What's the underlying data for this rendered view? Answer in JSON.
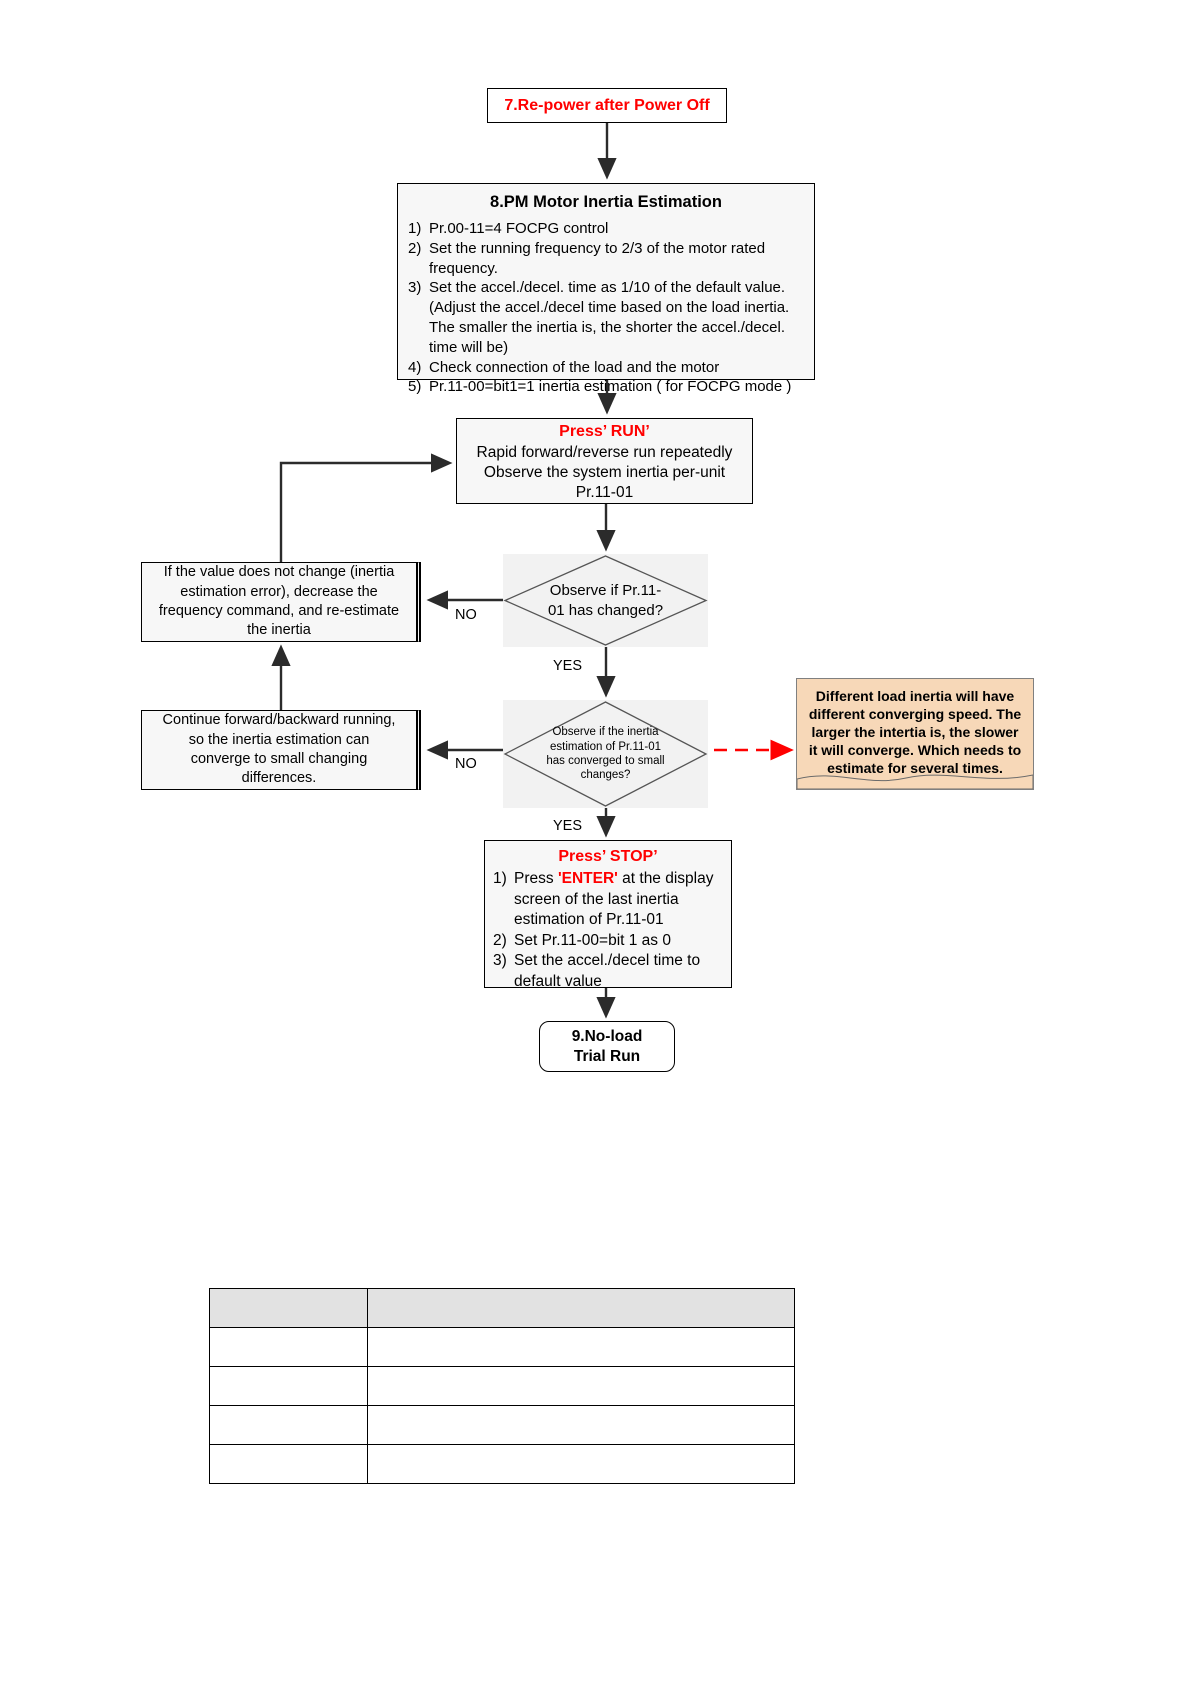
{
  "diagram": {
    "title": "PM Motor Inertia Estimation Flowchart",
    "colors": {
      "accent_red": "#ff0000",
      "note_background": "#f7d8b8",
      "node_fill": "#f7f7f7",
      "diamond_fill": "#f2f2f2",
      "table_header_fill": "#e2e2e2"
    }
  },
  "nodes": {
    "repower": {
      "label": "7.Re-power after Power Off"
    },
    "pm_estimation": {
      "header": "8.PM Motor Inertia Estimation",
      "items": [
        {
          "num": "1)",
          "text": "Pr.00-11=4 FOCPG control"
        },
        {
          "num": "2)",
          "text": "Set the running frequency to 2/3 of the motor rated"
        },
        {
          "num": "3)",
          "text": "Set the accel./decel. time as 1/10 of the default value."
        },
        {
          "num": "4)",
          "text": "Check connection of the load and the motor"
        },
        {
          "num": "5)",
          "text": "Pr.11-00=bit1=1 inertia estimation ( for FOCPG mode )"
        }
      ],
      "cont2": "frequency.",
      "cont3a": "(Adjust the accel./decel time based on the load inertia.",
      "cont3b": "The smaller the inertia is, the shorter the accel./decel.",
      "cont3c": "time will be)"
    },
    "press_run": {
      "header": "Press’  RUN’",
      "line1": "Rapid forward/reverse run repeatedly",
      "line2": "Observe the system inertia per-unit",
      "line3": "Pr.11-01"
    },
    "left_box_1": {
      "line1": "If the value does not change (inertia",
      "line2": "estimation error), decrease the",
      "line3": "frequency command, and re-estimate",
      "line4": "the inertia"
    },
    "left_box_2": {
      "line1": "Continue forward/backward running,",
      "line2": "so the inertia estimation can",
      "line3": "converge to small changing",
      "line4": "differences."
    },
    "decision_1": {
      "line1": "Observe if Pr.11-",
      "line2": "01 has changed?"
    },
    "decision_2": {
      "line1": "Observe if the inertia",
      "line2": "estimation of Pr.11-01",
      "line3": "has converged to small",
      "line4": "changes?"
    },
    "note": {
      "line1": "Different load inertia will have",
      "line2": "different converging speed. The",
      "line3": "larger the intertia is, the slower",
      "line4": "it will converge. Which needs to",
      "line5": "estimate for several times."
    },
    "press_stop": {
      "header": "Press’  STOP’",
      "item1_num": "1)",
      "item1_a": "Press ",
      "item1_key": "'ENTER'",
      "item1_b": " at the display",
      "item1_cont1": "screen of the last inertia",
      "item1_cont2": "estimation of Pr.11-01",
      "item2_num": "2)",
      "item2": "Set Pr.11-00=bit 1 as 0",
      "item3_num": "3)",
      "item3": "Set the accel./decel time to",
      "item3_cont": "default value"
    },
    "no_load": {
      "line1": "9.No-load",
      "line2": "Trial Run"
    }
  },
  "edge_labels": {
    "no_1": "NO",
    "yes_1": "YES",
    "no_2": "NO",
    "yes_2": "YES"
  },
  "table": {
    "rows": [
      {
        "col1": "",
        "col2": ""
      },
      {
        "col1": "",
        "col2": ""
      },
      {
        "col1": "",
        "col2": ""
      },
      {
        "col1": "",
        "col2": ""
      },
      {
        "col1": "",
        "col2": ""
      }
    ]
  }
}
